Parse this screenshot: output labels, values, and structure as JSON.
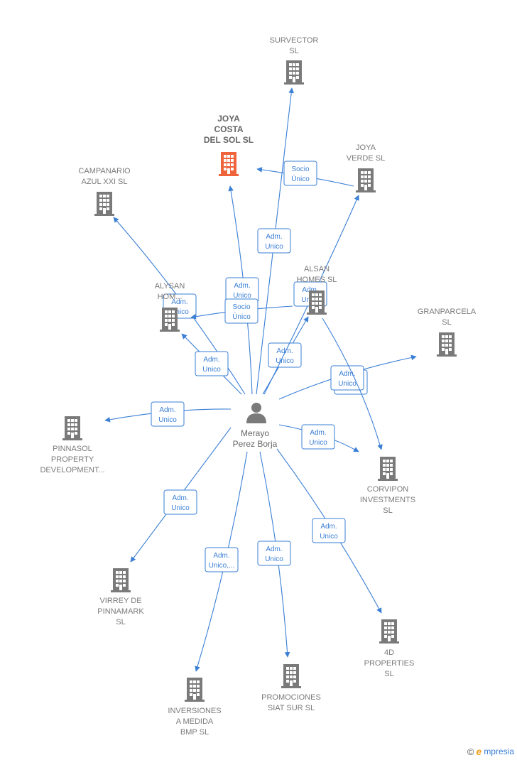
{
  "colors": {
    "edge": "#3a7fd5",
    "building": "#7a7a7a",
    "building_focus": "#f0643c",
    "person": "#7a7a7a"
  },
  "person": {
    "id": "merayo",
    "label_lines": [
      "Merayo",
      "Perez Borja"
    ],
    "icon": "person-icon"
  },
  "companies": [
    {
      "id": "survector",
      "label_lines": [
        "SURVECTOR",
        "SL"
      ],
      "icon": "building-icon",
      "focus": false
    },
    {
      "id": "joya-costa",
      "label_lines": [
        "JOYA",
        "COSTA",
        "DEL SOL SL"
      ],
      "icon": "building-icon",
      "focus": true
    },
    {
      "id": "joya-verde",
      "label_lines": [
        "JOYA",
        "VERDE SL"
      ],
      "icon": "building-icon",
      "focus": false
    },
    {
      "id": "campanario",
      "label_lines": [
        "CAMPANARIO",
        "AZUL XXI SL"
      ],
      "icon": "building-icon",
      "focus": false
    },
    {
      "id": "alysan",
      "label_lines": [
        "ALYSAN",
        "HOM..."
      ],
      "icon": "building-icon",
      "focus": false
    },
    {
      "id": "alsan",
      "label_lines": [
        "ALSAN",
        "HOMES SL"
      ],
      "icon": "building-icon",
      "focus": false
    },
    {
      "id": "granparcela",
      "label_lines": [
        "GRANPARCELA",
        "SL"
      ],
      "icon": "building-icon",
      "focus": false
    },
    {
      "id": "pinnasol",
      "label_lines": [
        "PINNASOL",
        "PROPERTY",
        "DEVELOPMENT..."
      ],
      "icon": "building-icon",
      "focus": false
    },
    {
      "id": "corvipon",
      "label_lines": [
        "CORVIPON",
        "INVESTMENTS",
        "SL"
      ],
      "icon": "building-icon",
      "focus": false
    },
    {
      "id": "virrey",
      "label_lines": [
        "VIRREY DE",
        "PINNAMARK",
        "SL"
      ],
      "icon": "building-icon",
      "focus": false
    },
    {
      "id": "4d",
      "label_lines": [
        "4D",
        "PROPERTIES",
        "SL"
      ],
      "icon": "building-icon",
      "focus": false
    },
    {
      "id": "inversiones",
      "label_lines": [
        "INVERSIONES",
        "A MEDIDA",
        "BMP SL"
      ],
      "icon": "building-icon",
      "focus": false
    },
    {
      "id": "promociones",
      "label_lines": [
        "PROMOCIONES",
        "SIAT SUR SL"
      ],
      "icon": "building-icon",
      "focus": false
    }
  ],
  "edges": [
    {
      "id": "e-survector",
      "from": "merayo",
      "to": "survector",
      "label_lines": [
        "Adm.",
        "Unico"
      ]
    },
    {
      "id": "e-joya-costa",
      "from": "merayo",
      "to": "joya-costa",
      "label_lines": [
        "Adm.",
        "Unico"
      ]
    },
    {
      "id": "e-campanario",
      "from": "merayo",
      "to": "campanario",
      "label_lines": [
        "Adm.",
        "Unico"
      ]
    },
    {
      "id": "e-alysan-direct",
      "from": "merayo",
      "to": "alysan",
      "label_lines": [
        "Adm.",
        "Unico"
      ]
    },
    {
      "id": "e-alsan",
      "from": "merayo",
      "to": "alsan",
      "label_lines": [
        "Adm.",
        "Unico"
      ]
    },
    {
      "id": "e-joya-verde",
      "from": "merayo",
      "to": "joya-verde",
      "label_lines": [
        "Adm.",
        "Unico"
      ]
    },
    {
      "id": "e-alsan-alysan",
      "from": "alsan",
      "to": "alysan",
      "label_lines": [
        "Socio",
        "Único"
      ]
    },
    {
      "id": "e-verde-costa",
      "from": "joya-verde",
      "to": "joya-costa",
      "label_lines": [
        "Socio",
        "Único"
      ]
    },
    {
      "id": "e-granparcela",
      "from": "merayo",
      "to": "granparcela",
      "label_lines": [
        "Adm.",
        "Unico"
      ]
    },
    {
      "id": "e-corvipon-alsan",
      "from": "alsan",
      "to": "corvipon",
      "label_lines": []
    },
    {
      "id": "e-corvipon",
      "from": "merayo",
      "to": "corvipon",
      "label_lines": [
        "Adm.",
        "Unico"
      ]
    },
    {
      "id": "e-pinnasol",
      "from": "merayo",
      "to": "pinnasol",
      "label_lines": [
        "Adm.",
        "Unico"
      ]
    },
    {
      "id": "e-virrey",
      "from": "merayo",
      "to": "virrey",
      "label_lines": [
        "Adm.",
        "Unico"
      ]
    },
    {
      "id": "e-inversiones",
      "from": "merayo",
      "to": "inversiones",
      "label_lines": [
        "Adm.",
        "Unico,..."
      ]
    },
    {
      "id": "e-promociones",
      "from": "merayo",
      "to": "promociones",
      "label_lines": [
        "Adm.",
        "Unico"
      ]
    },
    {
      "id": "e-4d",
      "from": "merayo",
      "to": "4d",
      "label_lines": [
        "Adm.",
        "Unico"
      ]
    }
  ],
  "watermark": {
    "copyright": "©",
    "brand_initial": "e",
    "brand_rest": "mpresia"
  }
}
